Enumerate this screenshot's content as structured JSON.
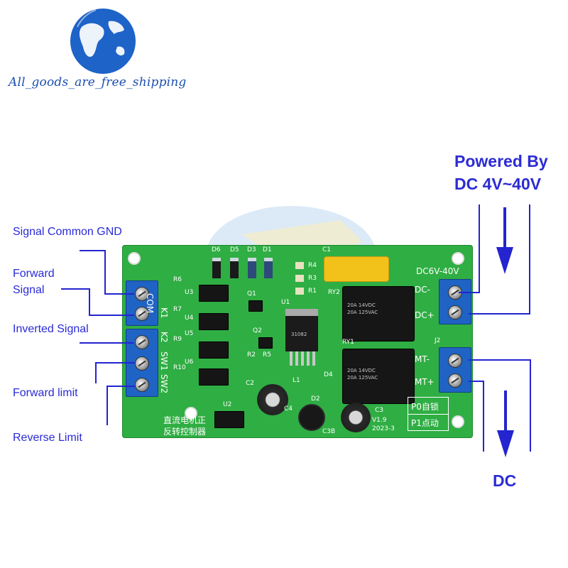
{
  "branding": {
    "shop_tagline": "All_goods_are_free_shipping"
  },
  "labels": {
    "signal_common_gnd": "Signal Common GND",
    "forward_signal_line1": "Forward",
    "forward_signal_line2": "Signal",
    "inverted_signal": "Inverted Signal",
    "forward_limit": "Forward limit",
    "reverse_limit": "Reverse Limit",
    "powered_by_line1": "Powered By",
    "powered_by_line2": "DC 4V~40V",
    "dc_motor": "DC"
  },
  "board": {
    "left_terminals": [
      "COM",
      "K1",
      "K2",
      "SW1",
      "SW2"
    ],
    "right_top_terminals": [
      "DC-",
      "DC+"
    ],
    "right_bottom_terminals": [
      "MT-",
      "MT+"
    ],
    "voltage_marking": "DC6V-40V",
    "chinese_title_line1": "直流电机正",
    "chinese_title_line2": "反转控制器",
    "mode_p0": "P0自锁",
    "mode_p1": "P1点动",
    "version": "V1.9",
    "date": "2023-3",
    "relay_text_line1": "20A 14VDC",
    "relay_text_line2": "20A 125VAC",
    "regulator_text": "31082",
    "refs": {
      "d6": "D6",
      "d5": "D5",
      "d3": "D3",
      "d1": "D1",
      "c1": "C1",
      "r4": "R4",
      "r3": "R3",
      "r1": "R1",
      "r6": "R6",
      "u3": "U3",
      "r7": "R7",
      "u4": "U4",
      "r9": "R9",
      "u5": "U5",
      "r10": "R10",
      "u6": "U6",
      "q1": "Q1",
      "q2": "Q2",
      "u1": "U1",
      "r2": "R2",
      "r5": "R5",
      "c2": "C2",
      "ry1": "RY1",
      "ry2": "RY2",
      "j2": "J2",
      "u2": "U2",
      "l1": "L1",
      "d2": "D2",
      "d4": "D4",
      "c4": "C4",
      "c3": "C3",
      "c3b": "C3B"
    }
  },
  "colors": {
    "label_blue": "#2a2ad8",
    "board_green": "#2fae43",
    "terminal_blue": "#1f63c4",
    "line_blue": "#2424d0"
  }
}
